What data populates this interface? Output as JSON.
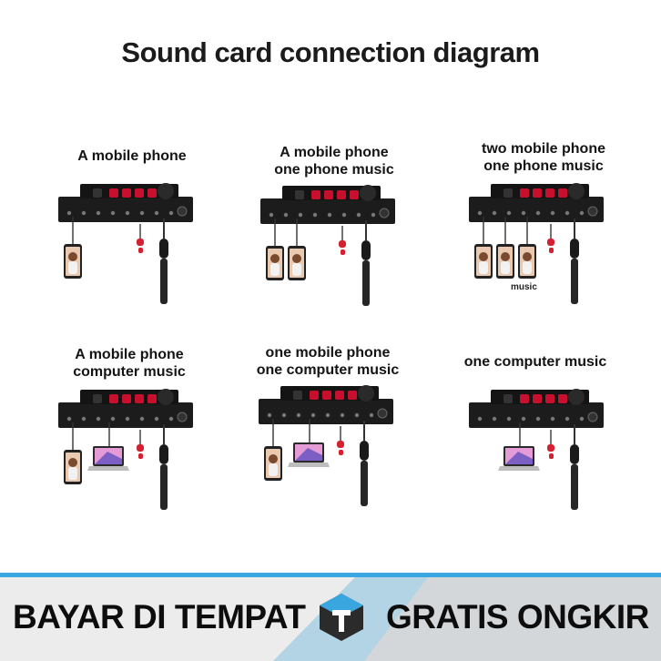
{
  "title": "Sound card connection diagram",
  "panels": [
    {
      "caption": [
        "A mobile phone"
      ],
      "phones": 1,
      "laptop": false,
      "music_label": ""
    },
    {
      "caption": [
        "A mobile phone",
        "one  phone music"
      ],
      "phones": 2,
      "laptop": false,
      "music_label": ""
    },
    {
      "caption": [
        "two mobile phone",
        "one  phone music"
      ],
      "phones": 3,
      "laptop": false,
      "music_label": "music"
    },
    {
      "caption": [
        "A mobile phone",
        "computer music"
      ],
      "phones": 1,
      "laptop": true,
      "music_label": ""
    },
    {
      "caption": [
        "one mobile phone",
        "one  computer music"
      ],
      "phones": 1,
      "laptop": true,
      "music_label": ""
    },
    {
      "caption": [
        "one  computer music"
      ],
      "phones": 0,
      "laptop": true,
      "music_label": ""
    }
  ],
  "banner": {
    "left_text": "BAYAR DI TEMPAT",
    "right_text": "GRATIS ONGKIR",
    "logo_icon": "truck-box-logo-icon",
    "stripe_color": "#39a6df",
    "swoosh_color": "#4aa8d8"
  },
  "colors": {
    "device": "#1c1c1c",
    "knob_red": "#c8102e",
    "earphone_red": "#d42030"
  }
}
